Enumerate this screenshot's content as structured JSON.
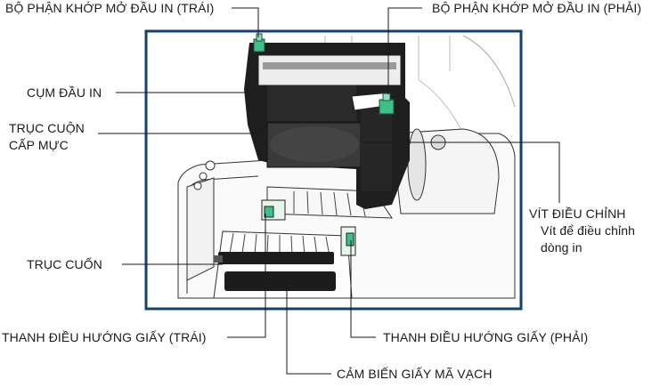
{
  "labels": {
    "release_left": "BỘ PHẬN KHỚP MỞ ĐẦU IN (TRÁI)",
    "release_right": "BỘ PHẬN KHỚP MỞ ĐẦU IN (PHẢI)",
    "print_head": "CỤM ĐẦU IN",
    "ribbon_supply_1": "TRỤC CUỘN",
    "ribbon_supply_2": "CẤP MỰC",
    "adjust_screw": "VÍT ĐIỀU CHỈNH",
    "adjust_desc_1": "Vít để điều chỉnh",
    "adjust_desc_2": "dòng in",
    "platen_roller": "TRỤC CUỐN",
    "guide_left": "THANH ĐIỀU HƯỚNG GIẤY (TRÁI)",
    "guide_right": "THANH ĐIỀU HƯỚNG GIẤY (PHẢI)",
    "gap_sensor": "CẢM BIẾN GIẤY MÃ VẠCH"
  },
  "colors": {
    "frame": "#16406e",
    "accent_green": "#3fbf8a",
    "line": "#1a1a1a"
  }
}
